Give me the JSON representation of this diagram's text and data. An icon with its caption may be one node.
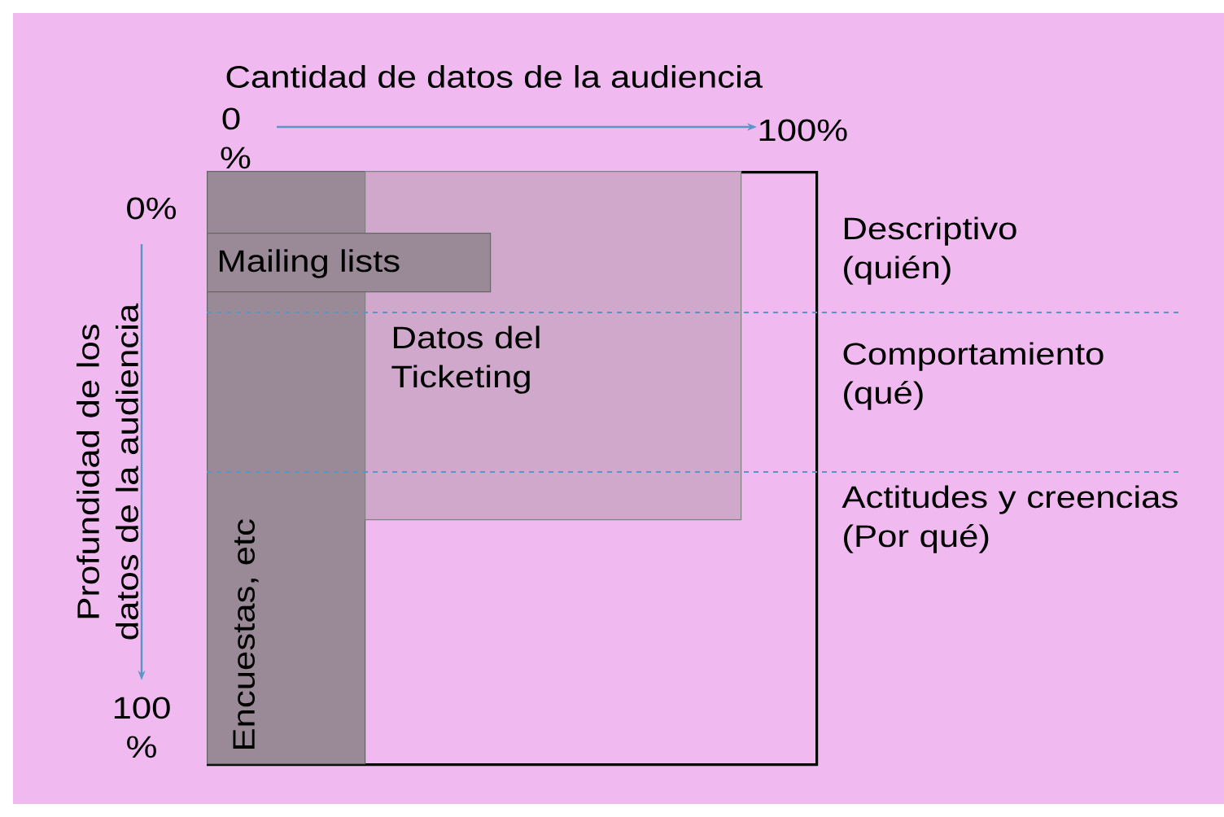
{
  "diagram": {
    "nodes": [
      {
        "text": [],
        "shape": "box"
      },
      {
        "text": [
          "Encuestas, etc"
        ],
        "in": 0
      },
      {
        "text": [
          "Datos del Ticketing"
        ],
        "in": 0
      },
      {
        "text": [
          "Mailing lists"
        ],
        "in": 0
      }
    ],
    "labels": [
      "Cantidad de datos de la audiencia",
      "0 %",
      "100%",
      "Profundidad de los datos de la audiencia",
      "0%",
      "100 %",
      "Descriptivo (quién)",
      "Comportamiento (qué)",
      "Actitudes y creencias (Por qué)"
    ]
  }
}
